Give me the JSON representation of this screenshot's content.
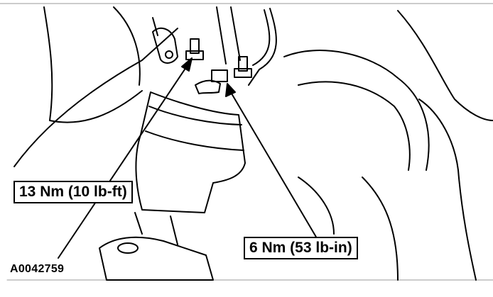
{
  "figure": {
    "callouts": [
      {
        "label": "13 Nm (10 lb-ft)"
      },
      {
        "label": "6 Nm (53 lb-in)"
      }
    ],
    "figure_id": "A0042759"
  },
  "colors": {
    "ink": "#000000",
    "paper": "#ffffff",
    "frame": "#999999"
  },
  "icons": {
    "drawing": "fuel-pump-assembly-line-drawing"
  }
}
